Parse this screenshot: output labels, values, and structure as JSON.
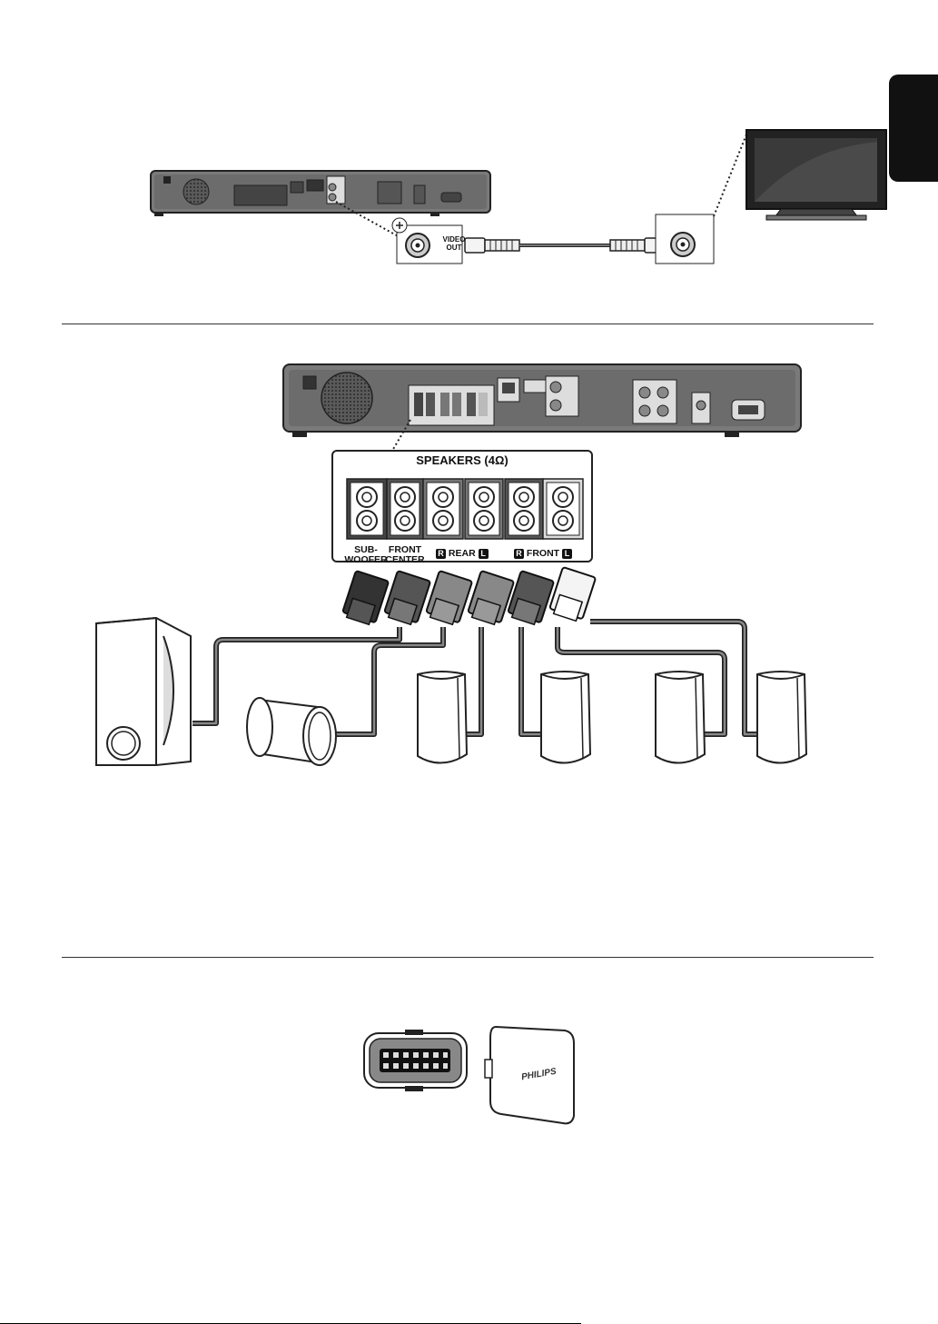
{
  "sections": {
    "video": {
      "connector_label": "VIDEO OUT"
    },
    "speakers": {
      "panel_title": "SPEAKERS (4Ω)",
      "channels": [
        {
          "label": "SUB-\nWOOFER"
        },
        {
          "label": "FRONT\nCENTER"
        }
      ],
      "rear_label": "REAR",
      "front_label": "FRONT",
      "right_badge": "R",
      "left_badge": "L"
    },
    "connector": {
      "brand": "PHILIPS"
    }
  },
  "colors": {
    "unit_body": "#6e6e6e",
    "unit_dark": "#3a3a3a",
    "cable": "#555555",
    "tab": "#111111"
  }
}
